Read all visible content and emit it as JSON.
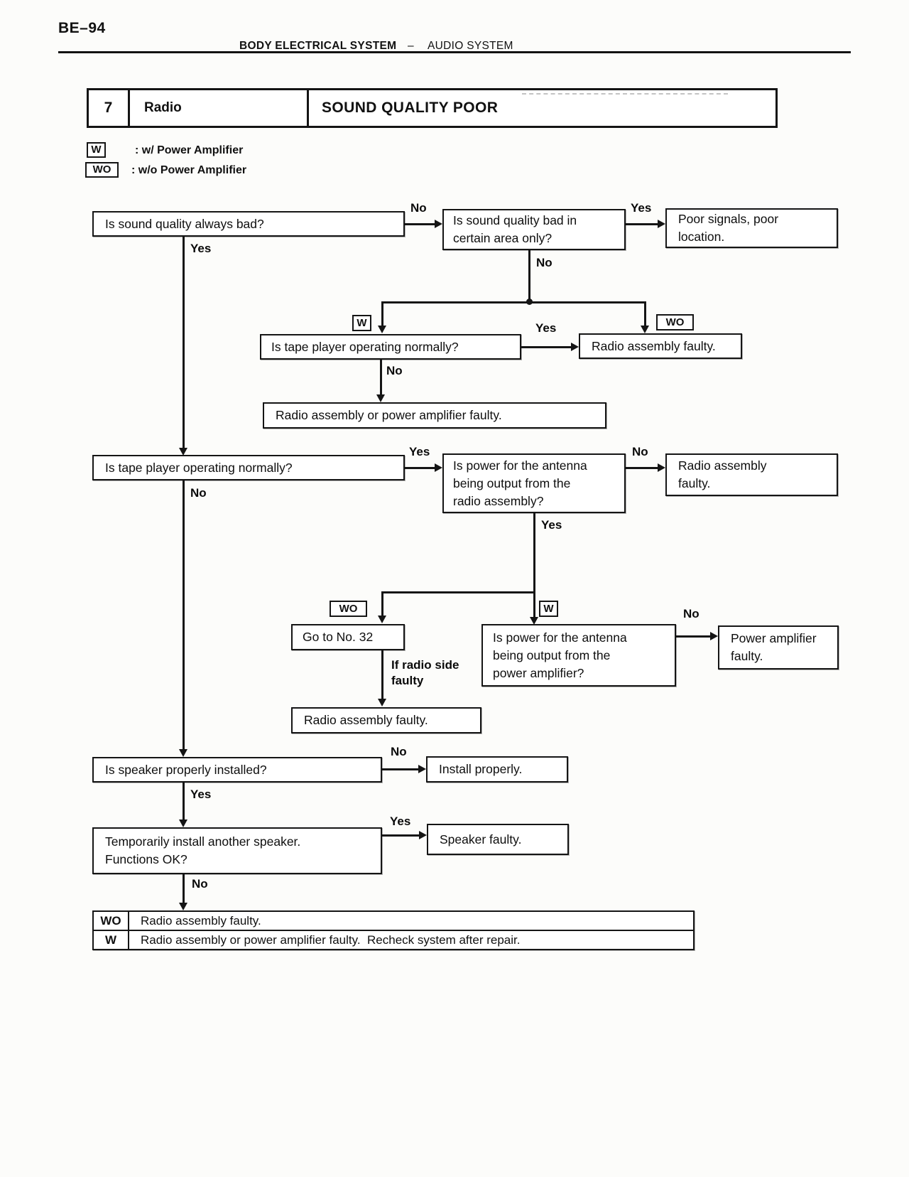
{
  "page": {
    "code": "BE–94",
    "header_bold": "BODY ELECTRICAL SYSTEM",
    "header_dash": "–",
    "header_regular": "AUDIO SYSTEM"
  },
  "title": {
    "number": "7",
    "system": "Radio",
    "problem": "SOUND QUALITY POOR"
  },
  "legend": {
    "w_tag": "W",
    "w_text": ": w/ Power Amplifier",
    "wo_tag": "WO",
    "wo_text": ": w/o Power Amplifier"
  },
  "labels": {
    "yes": "Yes",
    "no": "No",
    "w": "W",
    "wo": "WO",
    "if_radio_line1": "If radio side",
    "if_radio_line2": "faulty"
  },
  "boxes": {
    "q_always_bad": "Is sound quality always bad?",
    "q_certain_area": [
      "Is sound quality bad in",
      "certain area only?"
    ],
    "poor_signals": [
      "Poor signals, poor",
      "location."
    ],
    "q_tape1": "Is tape player operating normally?",
    "radio_faulty1": "Radio assembly faulty.",
    "radio_or_amp": "Radio assembly or power amplifier faulty.",
    "q_tape2": "Is tape player operating normally?",
    "q_antenna_radio": [
      "Is power for the antenna",
      "being output from the",
      "radio assembly?"
    ],
    "radio_faulty2": [
      "Radio assembly",
      "faulty."
    ],
    "goto32": "Go to No. 32",
    "q_antenna_amp": [
      "Is power for the antenna",
      "being output from the",
      "power amplifier?"
    ],
    "amp_faulty": [
      "Power amplifier",
      "faulty."
    ],
    "radio_faulty3": "Radio assembly faulty.",
    "q_speaker": "Is speaker properly installed?",
    "install_properly": "Install properly.",
    "q_temp_speaker": [
      "Temporarily install another speaker.",
      "Functions OK?"
    ],
    "speaker_faulty": "Speaker faulty.",
    "final_wo_tag": "WO",
    "final_wo_text": "Radio assembly faulty.",
    "final_w_tag": "W",
    "final_w_text": "Radio assembly or power amplifier faulty.  Recheck system after repair."
  }
}
